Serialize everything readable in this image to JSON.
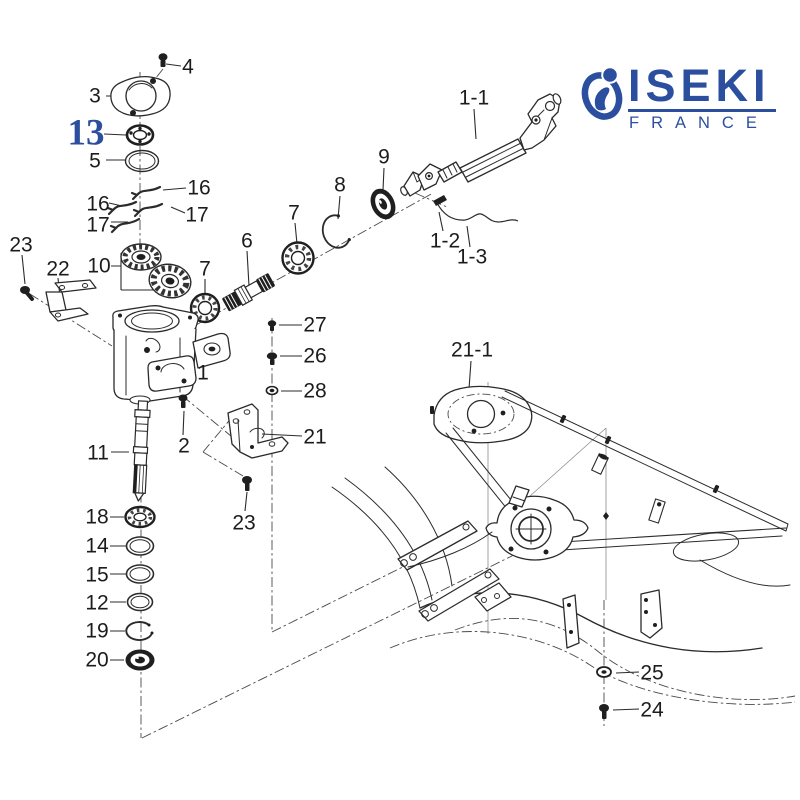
{
  "brand": {
    "name": "ISEKI",
    "subtitle": "FRANCE",
    "color": "#2b4f9e"
  },
  "highlight_part": {
    "label": "13",
    "color": "#2b4f9e"
  },
  "parts": [
    {
      "id": "4",
      "label": "4"
    },
    {
      "id": "3",
      "label": "3"
    },
    {
      "id": "13",
      "label": "13"
    },
    {
      "id": "5",
      "label": "5"
    },
    {
      "id": "16-right",
      "label": "16"
    },
    {
      "id": "17-right",
      "label": "17"
    },
    {
      "id": "16-left",
      "label": "16"
    },
    {
      "id": "17-left",
      "label": "17"
    },
    {
      "id": "23-upper-left",
      "label": "23"
    },
    {
      "id": "22",
      "label": "22"
    },
    {
      "id": "10",
      "label": "10"
    },
    {
      "id": "7-lower",
      "label": "7"
    },
    {
      "id": "6",
      "label": "6"
    },
    {
      "id": "7-upper",
      "label": "7"
    },
    {
      "id": "8",
      "label": "8"
    },
    {
      "id": "9",
      "label": "9"
    },
    {
      "id": "1-1",
      "label": "1-1"
    },
    {
      "id": "1-2",
      "label": "1-2"
    },
    {
      "id": "1-3",
      "label": "1-3"
    },
    {
      "id": "27",
      "label": "27"
    },
    {
      "id": "26",
      "label": "26"
    },
    {
      "id": "28",
      "label": "28"
    },
    {
      "id": "1",
      "label": "1"
    },
    {
      "id": "2",
      "label": "2"
    },
    {
      "id": "21",
      "label": "21"
    },
    {
      "id": "21-1",
      "label": "21-1"
    },
    {
      "id": "11",
      "label": "11"
    },
    {
      "id": "23-lower",
      "label": "23"
    },
    {
      "id": "18",
      "label": "18"
    },
    {
      "id": "14",
      "label": "14"
    },
    {
      "id": "15",
      "label": "15"
    },
    {
      "id": "12",
      "label": "12"
    },
    {
      "id": "19",
      "label": "19"
    },
    {
      "id": "20",
      "label": "20"
    },
    {
      "id": "25",
      "label": "25"
    },
    {
      "id": "24",
      "label": "24"
    }
  ]
}
